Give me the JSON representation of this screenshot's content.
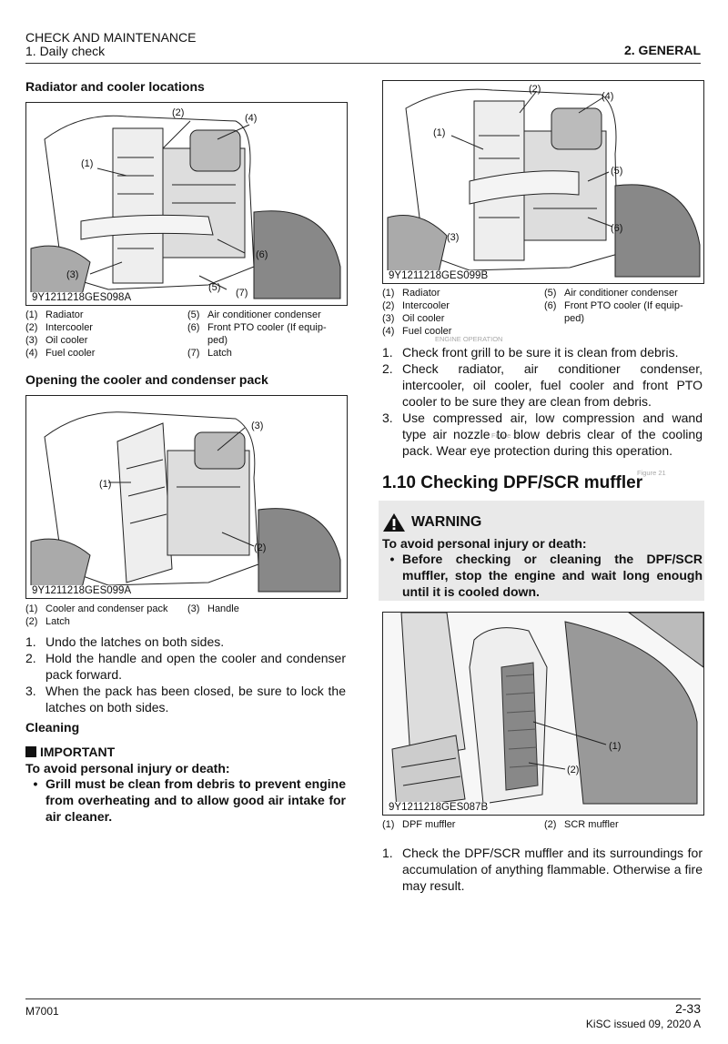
{
  "header": {
    "title": "CHECK AND MAINTENANCE",
    "subtitle": "1. Daily check",
    "section": "2. GENERAL"
  },
  "left": {
    "sec1_title": "Radiator and cooler locations",
    "fig1_code": "9Y1211218GES098A",
    "fig1_callouts": [
      "(1)",
      "(2)",
      "(3)",
      "(4)",
      "(5)",
      "(6)",
      "(7)"
    ],
    "fig1_legend_a": [
      {
        "num": "(1)",
        "label": "Radiator"
      },
      {
        "num": "(2)",
        "label": "Intercooler"
      },
      {
        "num": "(3)",
        "label": "Oil cooler"
      },
      {
        "num": "(4)",
        "label": "Fuel cooler"
      }
    ],
    "fig1_legend_b": [
      {
        "num": "(5)",
        "label": "Air conditioner condenser"
      },
      {
        "num": "(6)",
        "label": "Front PTO cooler (If equip-"
      },
      {
        "num": "",
        "label": "ped)"
      },
      {
        "num": "(7)",
        "label": "Latch"
      }
    ],
    "sec2_title": "Opening the cooler and condenser pack",
    "fig2_code": "9Y1211218GES099A",
    "fig2_callouts": [
      "(1)",
      "(2)",
      "(3)"
    ],
    "fig2_legend_a": [
      {
        "num": "(1)",
        "label": "Cooler and condenser pack"
      },
      {
        "num": "(2)",
        "label": "Latch"
      }
    ],
    "fig2_legend_b": [
      {
        "num": "(3)",
        "label": "Handle"
      }
    ],
    "steps": [
      {
        "n": "1.",
        "text": "Undo the latches on both sides."
      },
      {
        "n": "2.",
        "text": "Hold the handle and open the cooler and condenser pack forward."
      },
      {
        "n": "3.",
        "text": "When the pack has been closed, be sure to lock the latches on both sides."
      }
    ],
    "cleaning_title": "Cleaning",
    "important_label": "IMPORTANT",
    "important_intro": "To avoid personal injury or death:",
    "important_bullet": "Grill must be clean from debris to prevent engine from overheating and to allow good air intake for air cleaner."
  },
  "right": {
    "fig3_code": "9Y1211218GES099B",
    "fig3_callouts": [
      "(1)",
      "(2)",
      "(3)",
      "(4)",
      "(5)",
      "(6)"
    ],
    "fig3_legend_a": [
      {
        "num": "(1)",
        "label": "Radiator"
      },
      {
        "num": "(2)",
        "label": "Intercooler"
      },
      {
        "num": "(3)",
        "label": "Oil cooler"
      },
      {
        "num": "(4)",
        "label": "Fuel cooler"
      }
    ],
    "fig3_legend_b": [
      {
        "num": "(5)",
        "label": "Air conditioner condenser"
      },
      {
        "num": "(6)",
        "label": "Front PTO cooler (If equip-"
      },
      {
        "num": "",
        "label": "ped)"
      }
    ],
    "steps": [
      {
        "n": "1.",
        "text": "Check front grill to be sure it is clean from debris."
      },
      {
        "n": "2.",
        "text": "Check radiator, air conditioner condenser, intercooler, oil cooler, fuel cooler and front PTO cooler to be sure they are clean from debris."
      },
      {
        "n": "3.",
        "text": "Use compressed air, low compression and wand type air nozzle to blow debris clear of the cooling pack. Wear eye protection during this operation."
      }
    ],
    "section_heading": "1.10 Checking DPF/SCR muffler",
    "warning_label": "WARNING",
    "warning_intro": "To avoid personal injury or death:",
    "warning_bullet": "Before checking or cleaning the DPF/SCR muffler, stop the engine and wait long enough until it is cooled down.",
    "fig4_code": "9Y1211218GES087B",
    "fig4_callouts": [
      "(1)",
      "(2)"
    ],
    "fig4_legend_a": [
      {
        "num": "(1)",
        "label": "DPF muffler"
      }
    ],
    "fig4_legend_b": [
      {
        "num": "(2)",
        "label": "SCR muffler"
      }
    ],
    "final_step": {
      "n": "1.",
      "text": "Check the DPF/SCR muffler and its surroundings for accumulation of anything flammable. Otherwise a fire may result."
    },
    "bleed_through": {
      "engine_operation": "ENGINE OPERATION",
      "figure_19": "Figure 19",
      "figure_21": "Figure 21"
    }
  },
  "footer": {
    "model": "M7001",
    "page": "2-33",
    "issued": "KiSC issued 09, 2020 A"
  }
}
